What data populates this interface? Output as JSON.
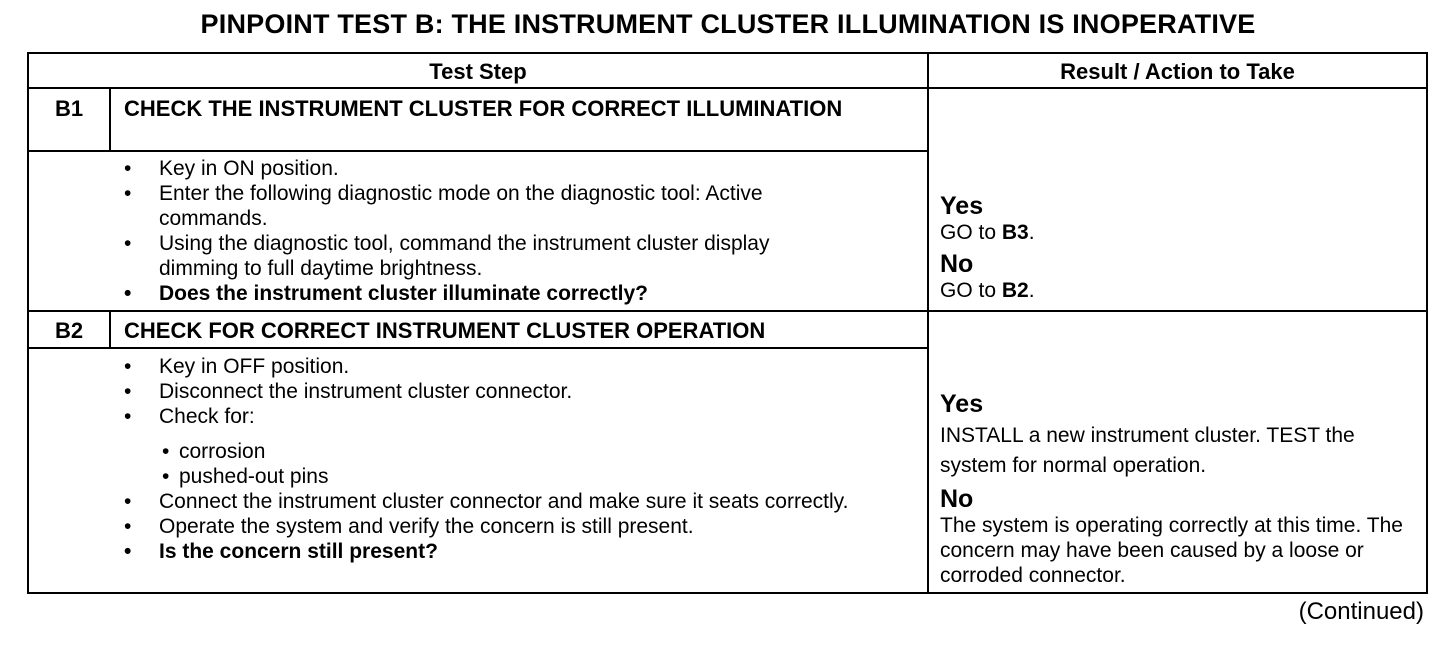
{
  "title": "PINPOINT TEST  B: THE INSTRUMENT CLUSTER ILLUMINATION IS INOPERATIVE",
  "headers": {
    "test_step": "Test Step",
    "result": "Result / Action to Take"
  },
  "steps": [
    {
      "id": "B1",
      "title": "CHECK THE INSTRUMENT CLUSTER FOR CORRECT ILLUMINATION",
      "actions": [
        "Key in ON position.",
        "Enter the following diagnostic mode on the diagnostic tool: Active commands.",
        "Using the diagnostic tool, command the instrument cluster display dimming to full daytime brightness.",
        "Does the instrument cluster illuminate correctly?"
      ],
      "result": {
        "yes_label": "Yes",
        "yes_prefix": "GO to ",
        "yes_target": "B3",
        "yes_suffix": ".",
        "no_label": "No",
        "no_prefix": "GO to ",
        "no_target": "B2",
        "no_suffix": "."
      }
    },
    {
      "id": "B2",
      "title": "CHECK FOR CORRECT INSTRUMENT CLUSTER OPERATION",
      "actions": [
        "Key in OFF position.",
        "Disconnect the instrument cluster connector.",
        "Check for:",
        "Connect the instrument cluster connector and make sure it seats correctly.",
        "Operate the system and verify the concern is still present.",
        "Is the concern still present?"
      ],
      "check_items": [
        "corrosion",
        "pushed-out pins"
      ],
      "result": {
        "yes_label": "Yes",
        "yes_text": "INSTALL a new instrument cluster.  TEST the system for normal operation.",
        "no_label": "No",
        "no_text": "The system is operating correctly at this time. The concern may have been caused by a loose or corroded connector."
      }
    }
  ],
  "footer": "(Continued)"
}
